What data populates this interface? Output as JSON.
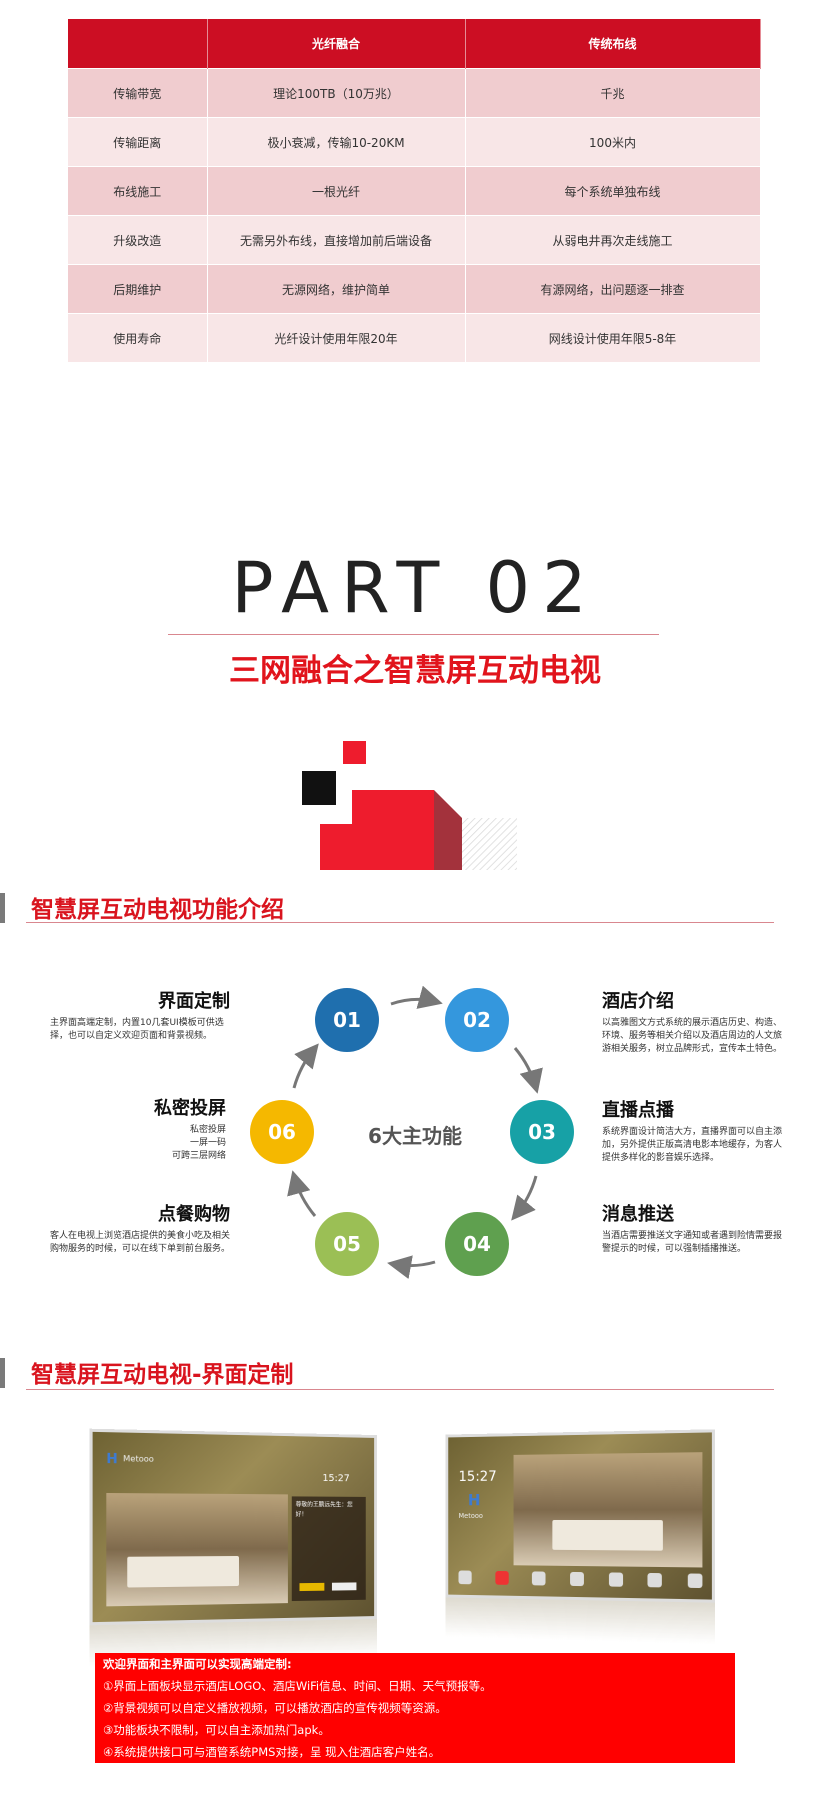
{
  "table": {
    "headers": [
      "",
      "光纤融合",
      "传统布线"
    ],
    "rows": [
      [
        "传输带宽",
        "理论100TB（10万兆）",
        "千兆"
      ],
      [
        "传输距离",
        "极小衰减，传输10-20KM",
        "100米内"
      ],
      [
        "布线施工",
        "一根光纤",
        "每个系统单独布线"
      ],
      [
        "升级改造",
        "无需另外布线，直接增加前后端设备",
        "从弱电井再次走线施工"
      ],
      [
        "后期维护",
        "无源网络，维护简单",
        "有源网络，出问题逐一排查"
      ],
      [
        "使用寿命",
        "光纤设计使用年限20年",
        "网线设计使用年限5-8年"
      ]
    ]
  },
  "part": {
    "title": "PART 02",
    "subtitle": "三网融合之智慧屏互动电视"
  },
  "section1": {
    "title": "智慧屏互动电视功能介绍",
    "center": "6大主功能",
    "circles": [
      {
        "num": "01",
        "color": "#1f6fae"
      },
      {
        "num": "02",
        "color": "#3497dd"
      },
      {
        "num": "03",
        "color": "#17a1a6"
      },
      {
        "num": "04",
        "color": "#5fa04f"
      },
      {
        "num": "05",
        "color": "#9bbf55"
      },
      {
        "num": "06",
        "color": "#f5b800"
      }
    ],
    "functions": {
      "f1": {
        "title": "界面定制",
        "desc": "主界面高端定制，内置10几套UI模板可供选择，也可以自定义欢迎页面和背景视频。"
      },
      "f2": {
        "title": "酒店介绍",
        "desc": "以高雅图文方式系统的展示酒店历史、构造、环境、服务等相关介绍以及酒店周边的人文旅游相关服务，树立品牌形式，宣传本土特色。"
      },
      "f3": {
        "title": "直播点播",
        "desc": "系统界面设计简洁大方，直播界面可以自主添加，另外提供正版高清电影本地缓存，为客人提供多样化的影音娱乐选择。"
      },
      "f4": {
        "title": "消息推送",
        "desc": "当酒店需要推送文字通知或者遇到险情需要报警提示的时候，可以强制插播推送。"
      },
      "f5": {
        "title": "点餐购物",
        "desc": "客人在电视上浏览酒店提供的美食小吃及相关购物服务的时候，可以在线下单到前台服务。"
      },
      "f6": {
        "title": "私密投屏",
        "lines": [
          "私密投屏",
          "一屏一码",
          "可跨三层网络"
        ]
      }
    }
  },
  "section2": {
    "title": "智慧屏互动电视-界面定制",
    "screen1": {
      "brand": "Metooo",
      "time": "15:27",
      "welcome": "尊敬的王鹏远先生：您好！"
    },
    "screen2": {
      "time": "15:27",
      "brand": "Metooo"
    }
  },
  "notice": {
    "title": "欢迎界面和主界面可以实现高端定制:",
    "lines": [
      "①界面上面板块显示酒店LOGO、酒店WiFi信息、时间、日期、天气预报等。",
      "②背景视频可以自定义播放视频，可以播放酒店的宣传视频等资源。",
      "③功能板块不限制，可以自主添加热门apk。",
      "④系统提供接口可与酒管系统PMS对接，呈 现入住酒店客户姓名。"
    ]
  }
}
